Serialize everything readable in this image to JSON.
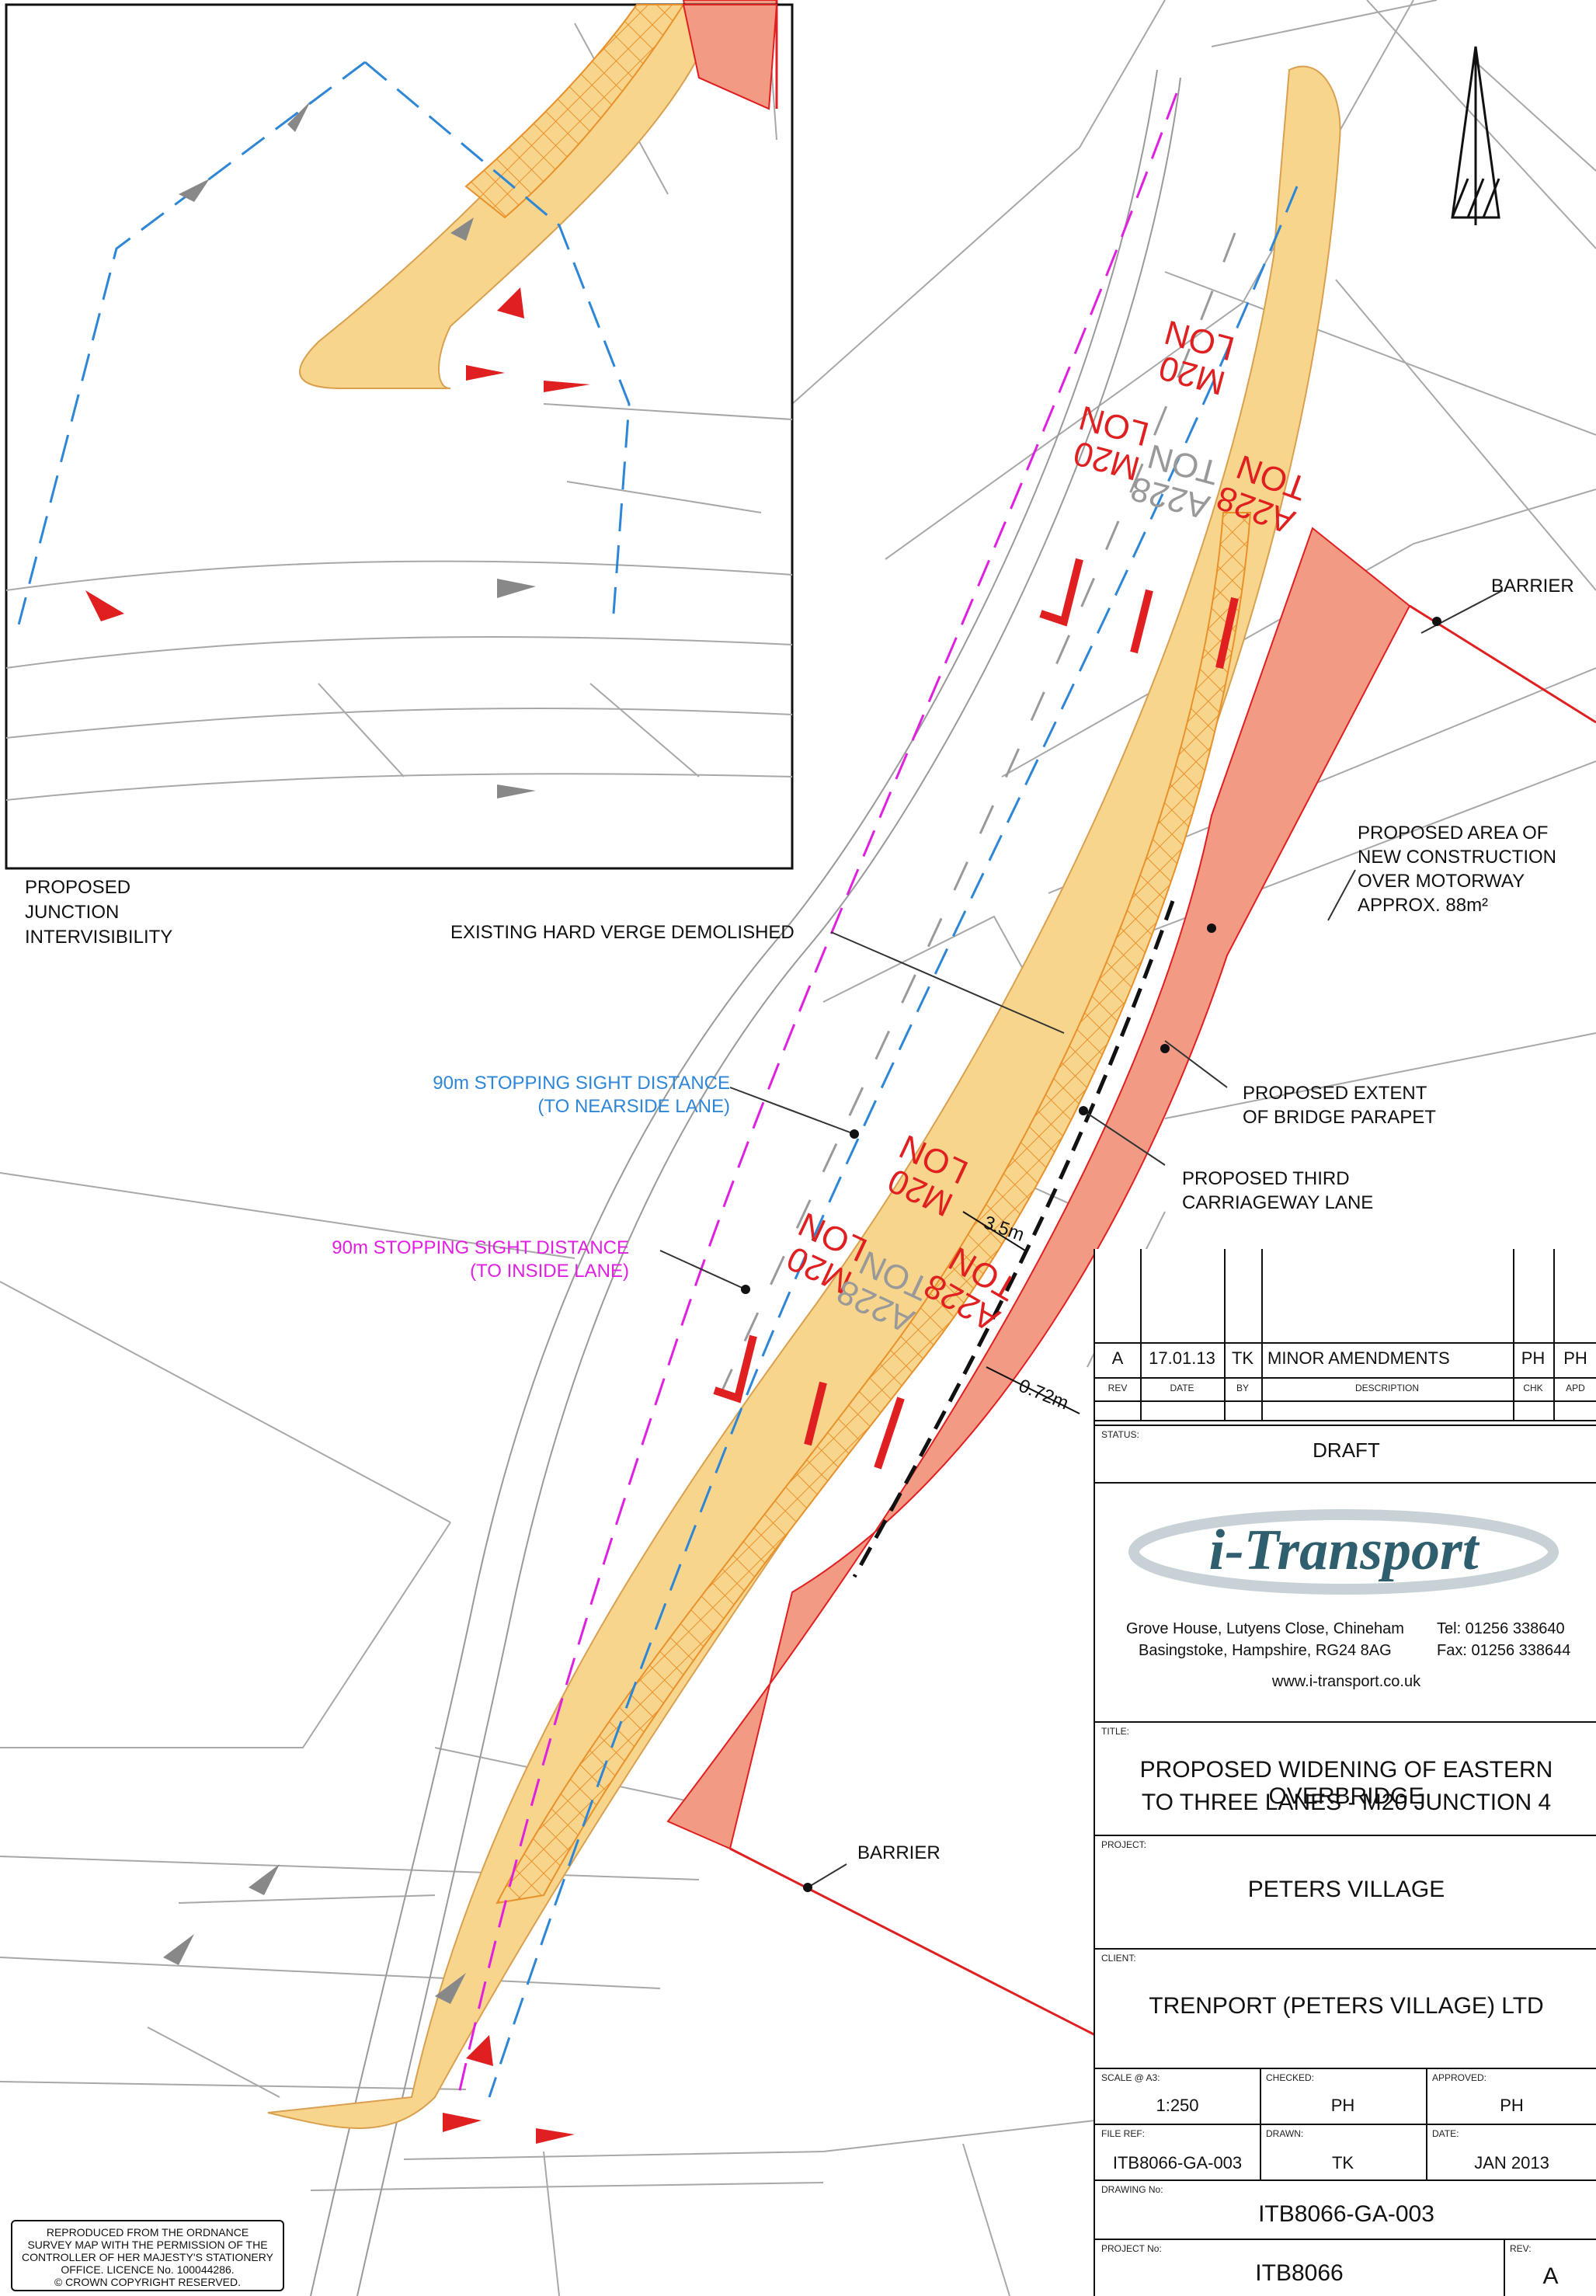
{
  "labels": {
    "junction_intervisibility": [
      "PROPOSED",
      "JUNCTION",
      "INTERVISIBILITY"
    ],
    "hard_verge": "EXISTING HARD VERGE DEMOLISHED",
    "ssd_nearside": [
      "90m STOPPING SIGHT DISTANCE",
      "(TO NEARSIDE LANE)"
    ],
    "ssd_inside": [
      "90m STOPPING SIGHT DISTANCE",
      "(TO INSIDE LANE)"
    ],
    "barrier": "BARRIER",
    "new_construction": [
      "PROPOSED AREA OF",
      "NEW CONSTRUCTION",
      "OVER MOTORWAY",
      "APPROX. 88m²"
    ],
    "bridge_parapet": [
      "PROPOSED EXTENT",
      "OF BRIDGE PARAPET"
    ],
    "third_lane": [
      "PROPOSED THIRD",
      "CARRIAGEWAY LANE"
    ],
    "dim_lane": "3.5m",
    "dim_edge": "0.72m"
  },
  "road_markings": {
    "m20_lon": [
      "M20",
      "LON"
    ],
    "a228_ton": [
      "A228",
      "TON"
    ]
  },
  "revision": {
    "rev": "A",
    "date": "17.01.13",
    "by": "TK",
    "description": "MINOR AMENDMENTS",
    "chk": "PH",
    "apd": "PH",
    "headers": {
      "rev": "REV",
      "date": "DATE",
      "by": "BY",
      "description": "DESCRIPTION",
      "chk": "CHK",
      "apd": "APD"
    }
  },
  "status": {
    "label": "STATUS:",
    "value": "DRAFT"
  },
  "company": {
    "logo": "i-Transport",
    "address1": "Grove House, Lutyens Close, Chineham",
    "address2": "Basingstoke, Hampshire, RG24 8AG",
    "tel": "Tel: 01256 338640",
    "fax": "Fax: 01256 338644",
    "web": "www.i-transport.co.uk"
  },
  "title": {
    "label": "TITLE:",
    "line1": "PROPOSED WIDENING OF EASTERN OVERBRIDGE",
    "line2": "TO THREE LANES - M20 JUNCTION 4"
  },
  "project": {
    "label": "PROJECT:",
    "value": "PETERS VILLAGE"
  },
  "client": {
    "label": "CLIENT:",
    "value": "TRENPORT (PETERS VILLAGE) LTD"
  },
  "meta": {
    "scale_label": "SCALE @ A3:",
    "scale": "1:250",
    "checked_label": "CHECKED:",
    "checked": "PH",
    "approved_label": "APPROVED:",
    "approved": "PH",
    "fileref_label": "FILE REF:",
    "fileref": "ITB8066-GA-003",
    "drawn_label": "DRAWN:",
    "drawn": "TK",
    "date_label": "DATE:",
    "date": "JAN 2013",
    "drawing_no_label": "DRAWING No:",
    "drawing_no": "ITB8066-GA-003",
    "project_no_label": "PROJECT No:",
    "project_no": "ITB8066",
    "rev_label": "REV:",
    "rev": "A"
  },
  "copyright": [
    "REPRODUCED FROM THE ORDNANCE",
    "SURVEY MAP WITH THE PERMISSION OF THE",
    "CONTROLLER OF HER MAJESTY'S STATIONERY",
    "OFFICE. LICENCE No. 100044286.",
    "© CROWN COPYRIGHT RESERVED."
  ],
  "colors": {
    "verge": "#f8d58c",
    "hatch": "#e8902a",
    "red_area": "#f39a84",
    "red_line": "#e02020",
    "blue": "#2e86d6",
    "magenta": "#e020e0",
    "grey_line": "#9a9a9a",
    "logo": "#2f5f6e"
  }
}
